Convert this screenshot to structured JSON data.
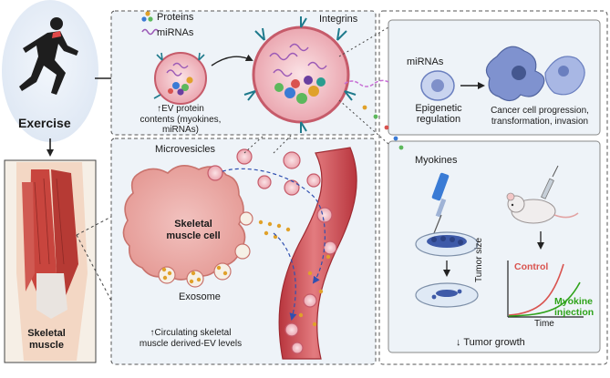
{
  "exercise": {
    "label": "Exercise"
  },
  "muscle": {
    "label_line1": "Skeletal",
    "label_line2": "muscle"
  },
  "ev_panel": {
    "proteins": "Proteins",
    "mirnas": "miRNAs",
    "integrins": "Integrins",
    "contents_line1": "↑EV protein",
    "contents_line2": "contents (myokines,",
    "contents_line3": "miRNAs)"
  },
  "cell_panel": {
    "microvesicles": "Microvesicles",
    "cell_line1": "Skeletal",
    "cell_line2": "muscle cell",
    "exosome": "Exosome",
    "circulating_line1": "↑Circulating skeletal",
    "circulating_line2": "muscle derived-EV levels"
  },
  "right_top": {
    "mirnas": "miRNAs",
    "epigenetic_line1": "Epigenetic",
    "epigenetic_line2": "regulation",
    "cancer_line1": "Cancer cell progression,",
    "cancer_line2": "transformation, invasion"
  },
  "right_bottom": {
    "myokines": "Myokines",
    "ylabel": "Tumor size",
    "xlabel": "Time",
    "control": "Control",
    "injection_line1": "Myokine",
    "injection_line2": "injection",
    "tumor_growth": "↓ Tumor growth"
  },
  "colors": {
    "control": "#d9534f",
    "myokine": "#2fa31a",
    "muscle": "#e8a3a0",
    "vessel": "#c9484f",
    "cancer": "#6a7fbf",
    "panel_bg": "#eef3f8"
  }
}
